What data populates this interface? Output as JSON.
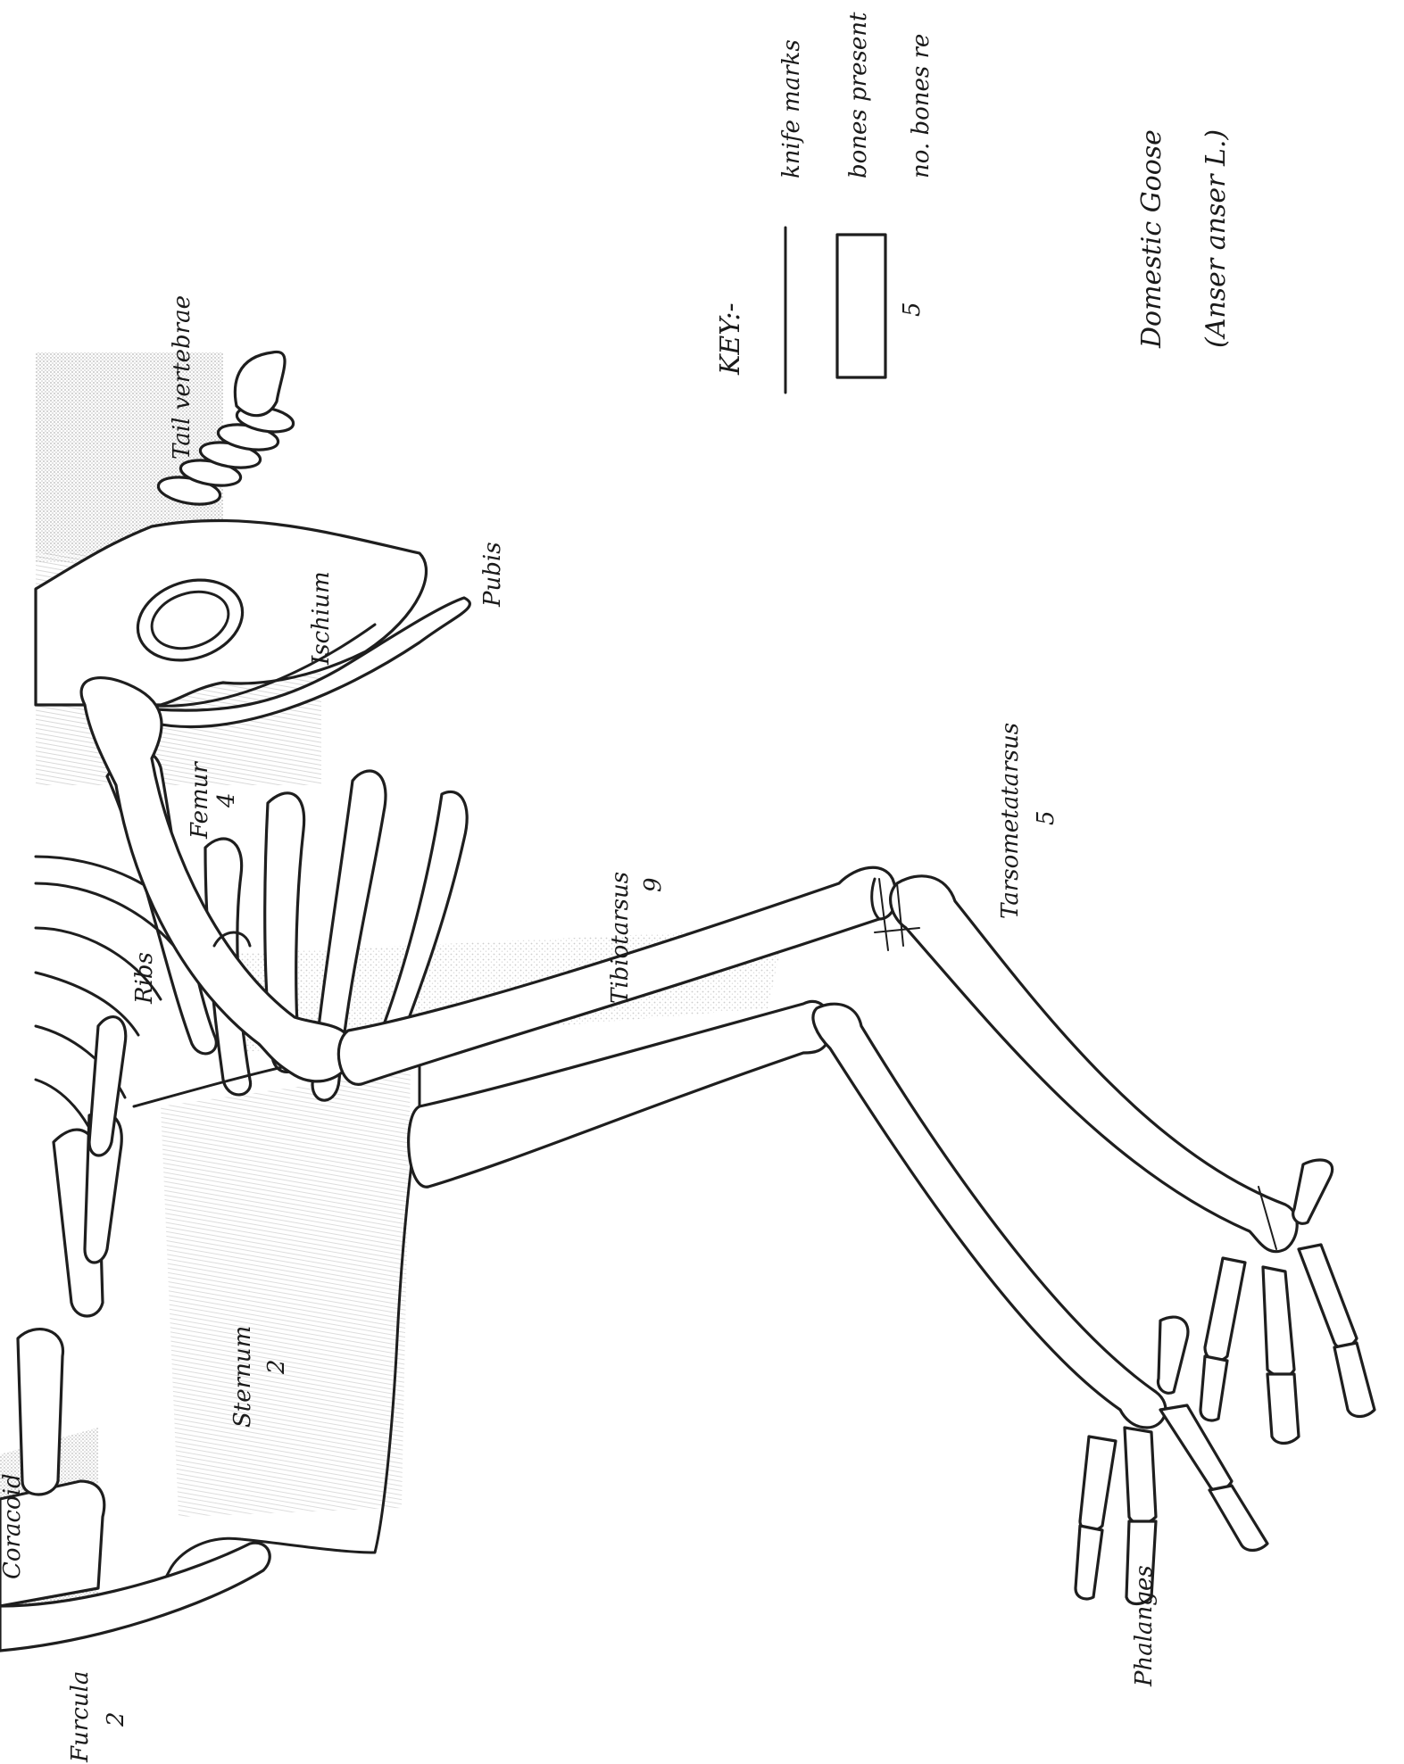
{
  "diagram": {
    "bone_labels": {
      "tail_vertebrae": "Tail vertebrae",
      "pubis": "Pubis",
      "ischium": "Ischium",
      "femur": "Femur",
      "femur_count": "4",
      "ribs": "Ribs",
      "tibiotarsus": "Tibiotarsus",
      "tibiotarsus_count": "9",
      "tarsometatarsus": "Tarsometatarsus",
      "tarsometatarsus_count": "5",
      "sternum": "Sternum",
      "sternum_count": "2",
      "coracoid": "Coracoid",
      "furcula": "Furcula",
      "furcula_count": "2",
      "phalanges": "Phalanges"
    },
    "key": {
      "title": "KEY:-",
      "knife_marks": "knife marks",
      "bones_present": "bones present",
      "no_bones": "no. bones re",
      "count_example": "5"
    },
    "species": {
      "common_name": "Domestic Goose",
      "scientific_name": "(Anser anser L.)"
    },
    "colors": {
      "ink": "#1e1e1e",
      "stipple": "#9a9a9a",
      "paper": "#ffffff"
    }
  }
}
